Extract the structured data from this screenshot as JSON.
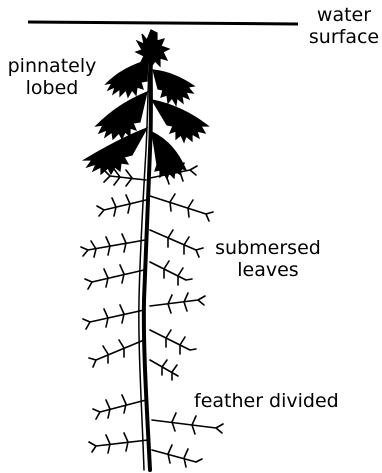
{
  "labels": {
    "water_surface": [
      "water",
      "surface"
    ],
    "pinnately_lobed": [
      "pinnately",
      "lobed"
    ],
    "submersed_leaves": [
      "submersed",
      "leaves"
    ],
    "feather_divided": "feather divided"
  },
  "colors": {
    "ink": "#000000",
    "background": "#ffffff"
  }
}
